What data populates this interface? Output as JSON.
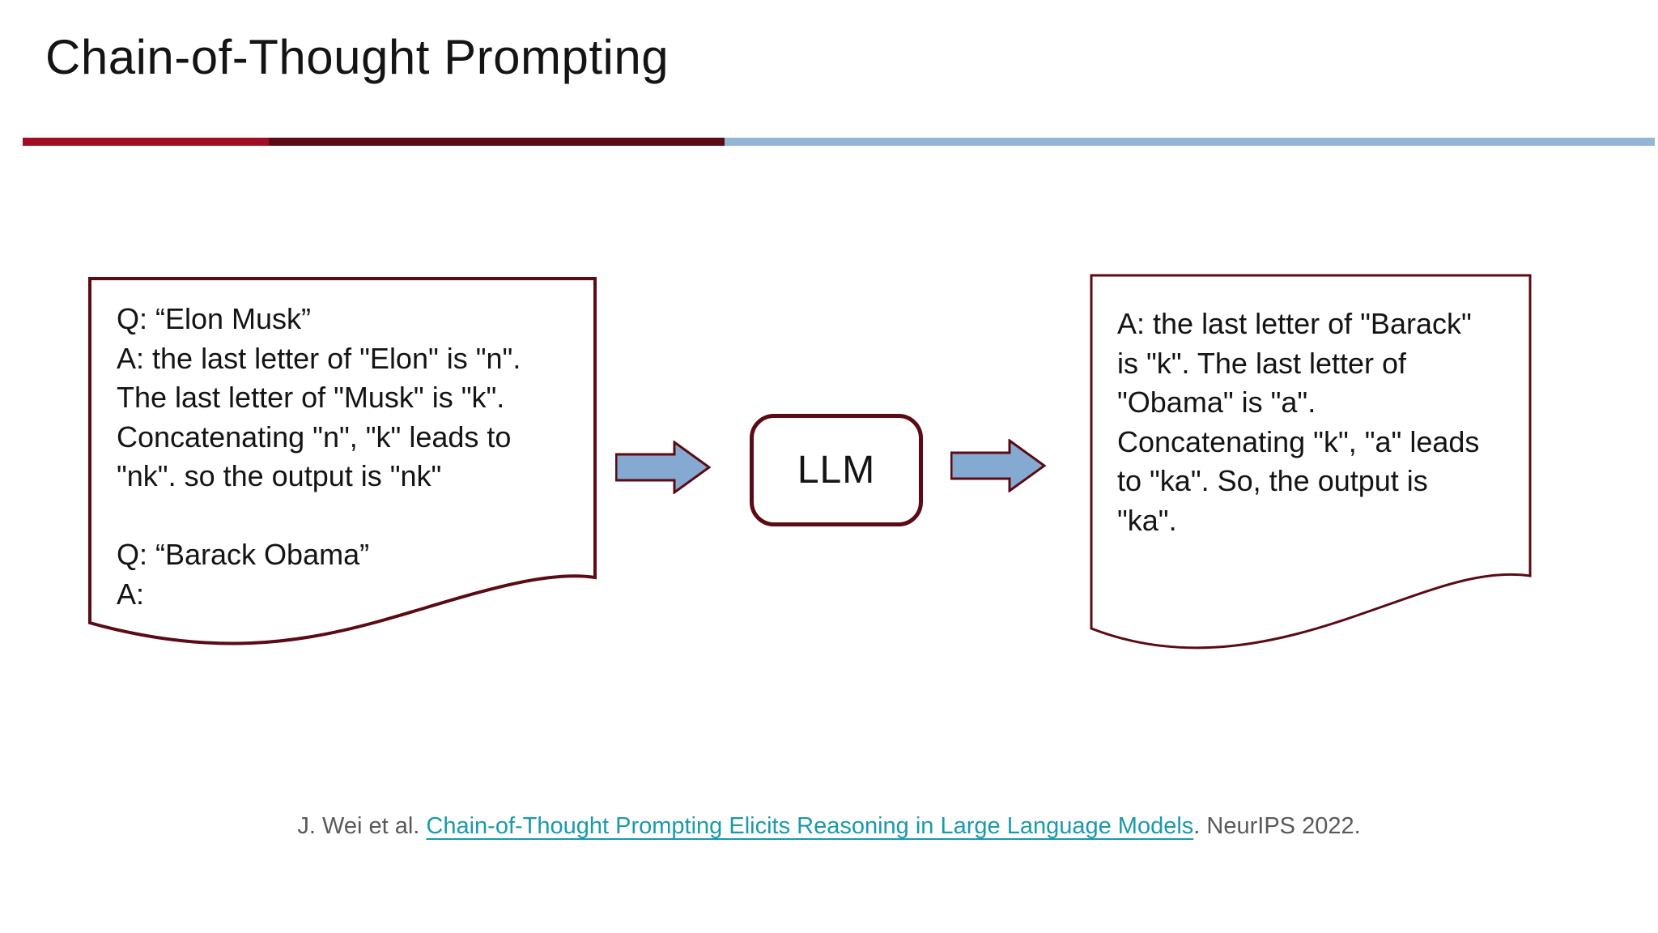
{
  "slide": {
    "title": "Chain-of-Thought Prompting"
  },
  "prompt_box": {
    "lines": [
      "Q: “Elon Musk”",
      "A: the last letter of \"Elon\" is \"n\".",
      "The last letter of \"Musk\" is \"k\".",
      "Concatenating \"n\", \"k\" leads to",
      "\"nk\". so the output is \"nk\"",
      "",
      "Q: “Barack Obama”",
      "A:"
    ]
  },
  "llm": {
    "label": "LLM"
  },
  "output_box": {
    "lines": [
      "A: the last letter of \"Barack\"",
      "is \"k\". The last letter of",
      "\"Obama\" is \"a\".",
      "Concatenating \"k\", \"a\" leads",
      "to \"ka\". So, the output is",
      "\"ka\"."
    ]
  },
  "citation": {
    "prefix": "J. Wei et al. ",
    "link_text": "Chain-of-Thought Prompting Elicits Reasoning in Large Language Models",
    "suffix": ". NeurIPS 2022."
  },
  "colors": {
    "accent-crimson": "#a30d23",
    "accent-maroon": "#5a0b13",
    "accent-blue": "#92b5d8",
    "arrow-blue": "#85aad2",
    "link-teal": "#1b9aaa",
    "citation-gray": "#595959",
    "text-black": "#141414"
  }
}
